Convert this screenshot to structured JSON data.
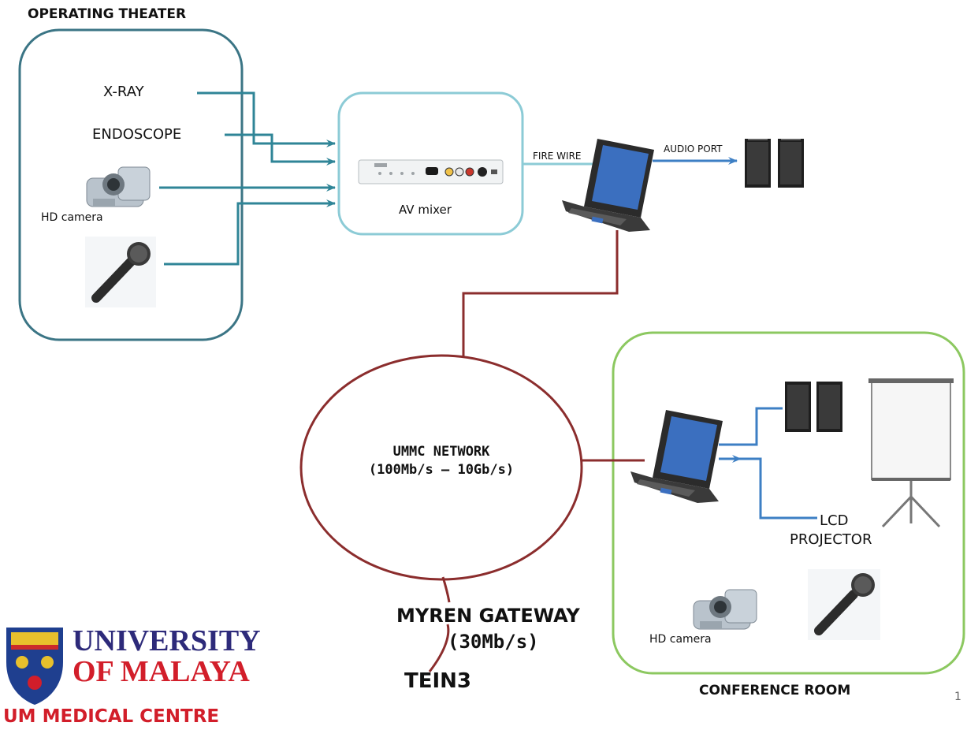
{
  "operating_theater": {
    "title": "OPERATING THEATER",
    "sources": [
      "X-RAY",
      "ENDOSCOPE"
    ],
    "camera_label": "HD camera"
  },
  "av_mixer": {
    "label": "AV mixer"
  },
  "links": {
    "fire_wire": "FIRE WIRE",
    "audio_port": "AUDIO PORT"
  },
  "network": {
    "name": "UMMC NETWORK",
    "speed": "(100Mb/s – 10Gb/s)"
  },
  "gateway": {
    "name": "MYREN GATEWAY",
    "speed": "(30Mb/s)",
    "upstream": "TEIN3"
  },
  "conference_room": {
    "title": "CONFERENCE ROOM",
    "projector_label_1": "LCD",
    "projector_label_2": "PROJECTOR",
    "camera_label": "HD camera"
  },
  "logo": {
    "line1": "UNIVERSITY",
    "line2": "OF MALAYA",
    "centre": "UM MEDICAL CENTRE"
  },
  "page_number": "1",
  "colors": {
    "theater": "#3b7585",
    "mixer": "#8ccbd6",
    "av_line": "#2f8597",
    "net": "#8b2d2d",
    "conference": "#8cc860",
    "audio": "#3d7fc4",
    "logo_navy": "#2d2a7a",
    "logo_red": "#d21e2a"
  }
}
